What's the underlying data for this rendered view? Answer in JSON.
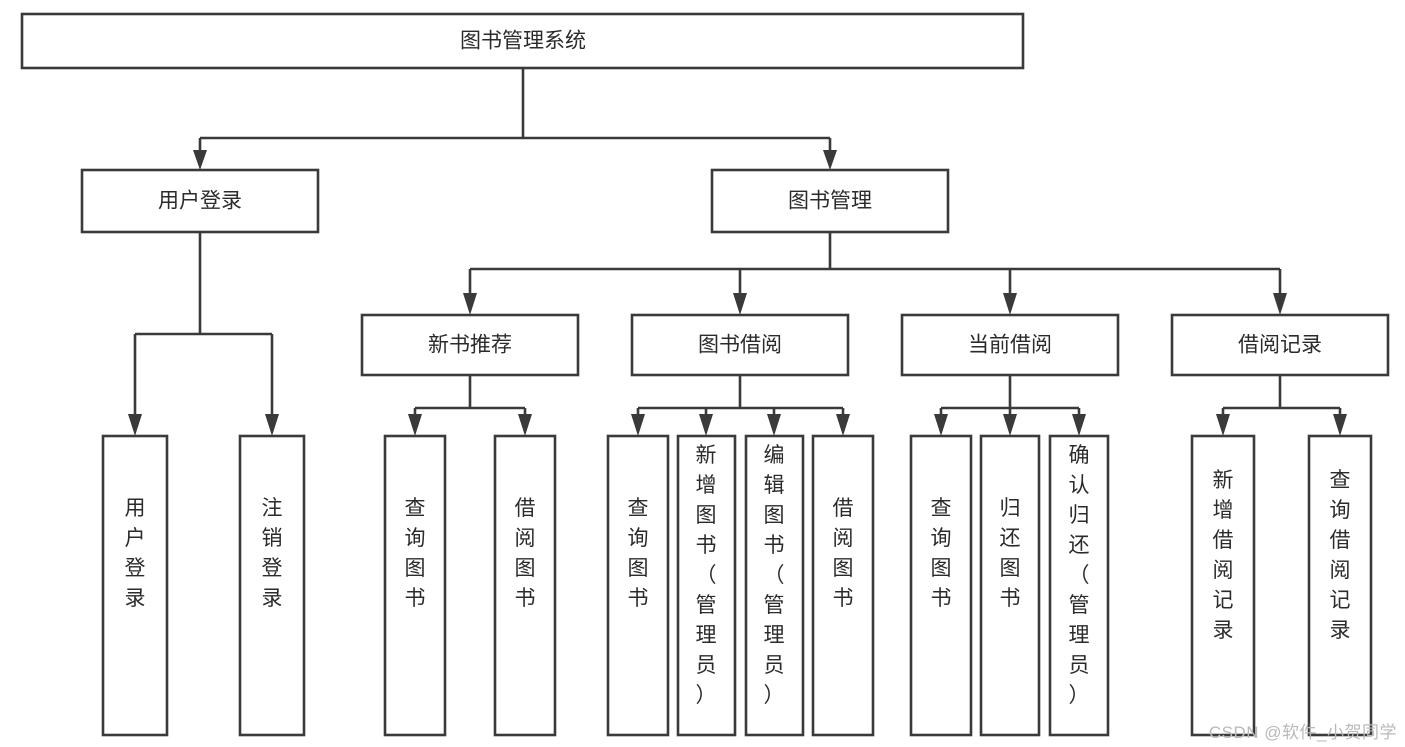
{
  "diagram": {
    "title": "图书管理系统",
    "type": "tree",
    "watermark": "CSDN @软件_小贺同学",
    "colors": {
      "stroke": "#3a3a3a",
      "fill": "#ffffff",
      "text": "#2b2b2b",
      "watermark": "#b9b9b9",
      "background": "#ffffff"
    },
    "levels": {
      "root": {
        "label": "图书管理系统"
      },
      "level2": [
        {
          "label": "用户登录"
        },
        {
          "label": "图书管理"
        }
      ],
      "level3": [
        {
          "label": "新书推荐"
        },
        {
          "label": "图书借阅"
        },
        {
          "label": "当前借阅"
        },
        {
          "label": "借阅记录"
        }
      ],
      "leaves": [
        {
          "label": "用户登录",
          "parent": "用户登录"
        },
        {
          "label": "注销登录",
          "parent": "用户登录"
        },
        {
          "label": "查询图书",
          "parent": "新书推荐"
        },
        {
          "label": "借阅图书",
          "parent": "新书推荐"
        },
        {
          "label": "查询图书",
          "parent": "图书借阅"
        },
        {
          "label": "新增图书（管理员）",
          "parent": "图书借阅"
        },
        {
          "label": "编辑图书（管理员）",
          "parent": "图书借阅"
        },
        {
          "label": "借阅图书",
          "parent": "图书借阅"
        },
        {
          "label": "查询图书",
          "parent": "当前借阅"
        },
        {
          "label": "归还图书",
          "parent": "当前借阅"
        },
        {
          "label": "确认归还（管理员）",
          "parent": "当前借阅"
        },
        {
          "label": "新增借阅记录",
          "parent": "借阅记录"
        },
        {
          "label": "查询借阅记录",
          "parent": "借阅记录"
        }
      ]
    }
  }
}
